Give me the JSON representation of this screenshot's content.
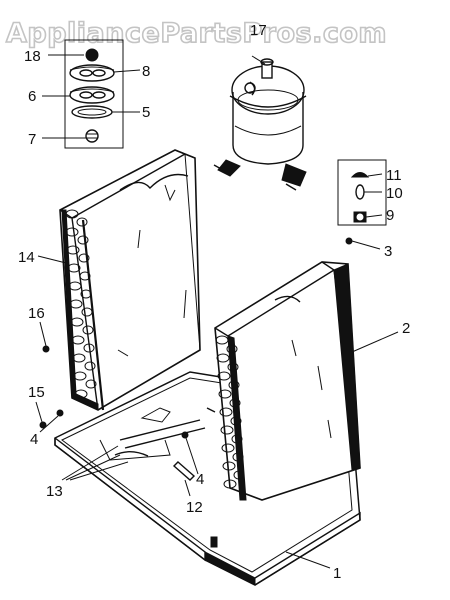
{
  "watermark": "AppliancePartsPros.com",
  "callouts": [
    {
      "id": "c18",
      "text": "18"
    },
    {
      "id": "c8",
      "text": "8"
    },
    {
      "id": "c6",
      "text": "6"
    },
    {
      "id": "c5",
      "text": "5"
    },
    {
      "id": "c7",
      "text": "7"
    },
    {
      "id": "c17",
      "text": "17"
    },
    {
      "id": "c11",
      "text": "11"
    },
    {
      "id": "c10",
      "text": "10"
    },
    {
      "id": "c9",
      "text": "9"
    },
    {
      "id": "c3",
      "text": "3"
    },
    {
      "id": "c14",
      "text": "14"
    },
    {
      "id": "c16",
      "text": "16"
    },
    {
      "id": "c2",
      "text": "2"
    },
    {
      "id": "c15",
      "text": "15"
    },
    {
      "id": "c4a",
      "text": "4"
    },
    {
      "id": "c4b",
      "text": "4"
    },
    {
      "id": "c13",
      "text": "13"
    },
    {
      "id": "c12",
      "text": "12"
    },
    {
      "id": "c1",
      "text": "1"
    }
  ]
}
